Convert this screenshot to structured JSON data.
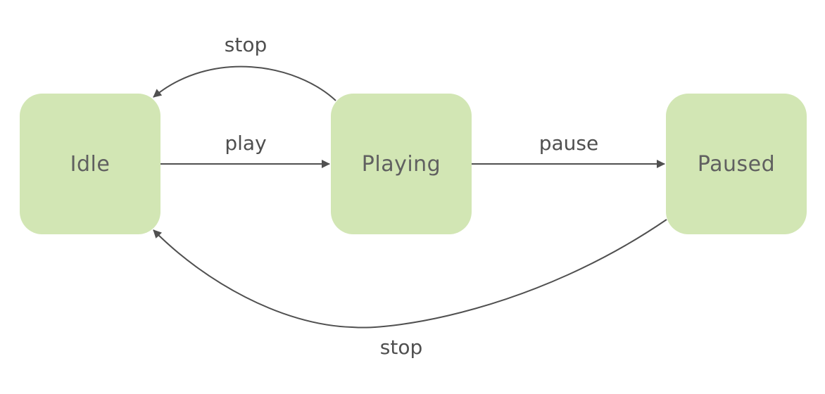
{
  "colors": {
    "state_fill": "#d2e6b4",
    "state_text": "#606060",
    "edge_stroke": "#505050",
    "label_text": "#4f4f4f"
  },
  "states": {
    "idle": {
      "label": "Idle"
    },
    "playing": {
      "label": "Playing"
    },
    "paused": {
      "label": "Paused"
    }
  },
  "transitions": {
    "play": {
      "from": "Idle",
      "to": "Playing",
      "label": "play"
    },
    "pause": {
      "from": "Playing",
      "to": "Paused",
      "label": "pause"
    },
    "stop_playing": {
      "from": "Playing",
      "to": "Idle",
      "label": "stop"
    },
    "stop_paused": {
      "from": "Paused",
      "to": "Idle",
      "label": "stop"
    }
  }
}
